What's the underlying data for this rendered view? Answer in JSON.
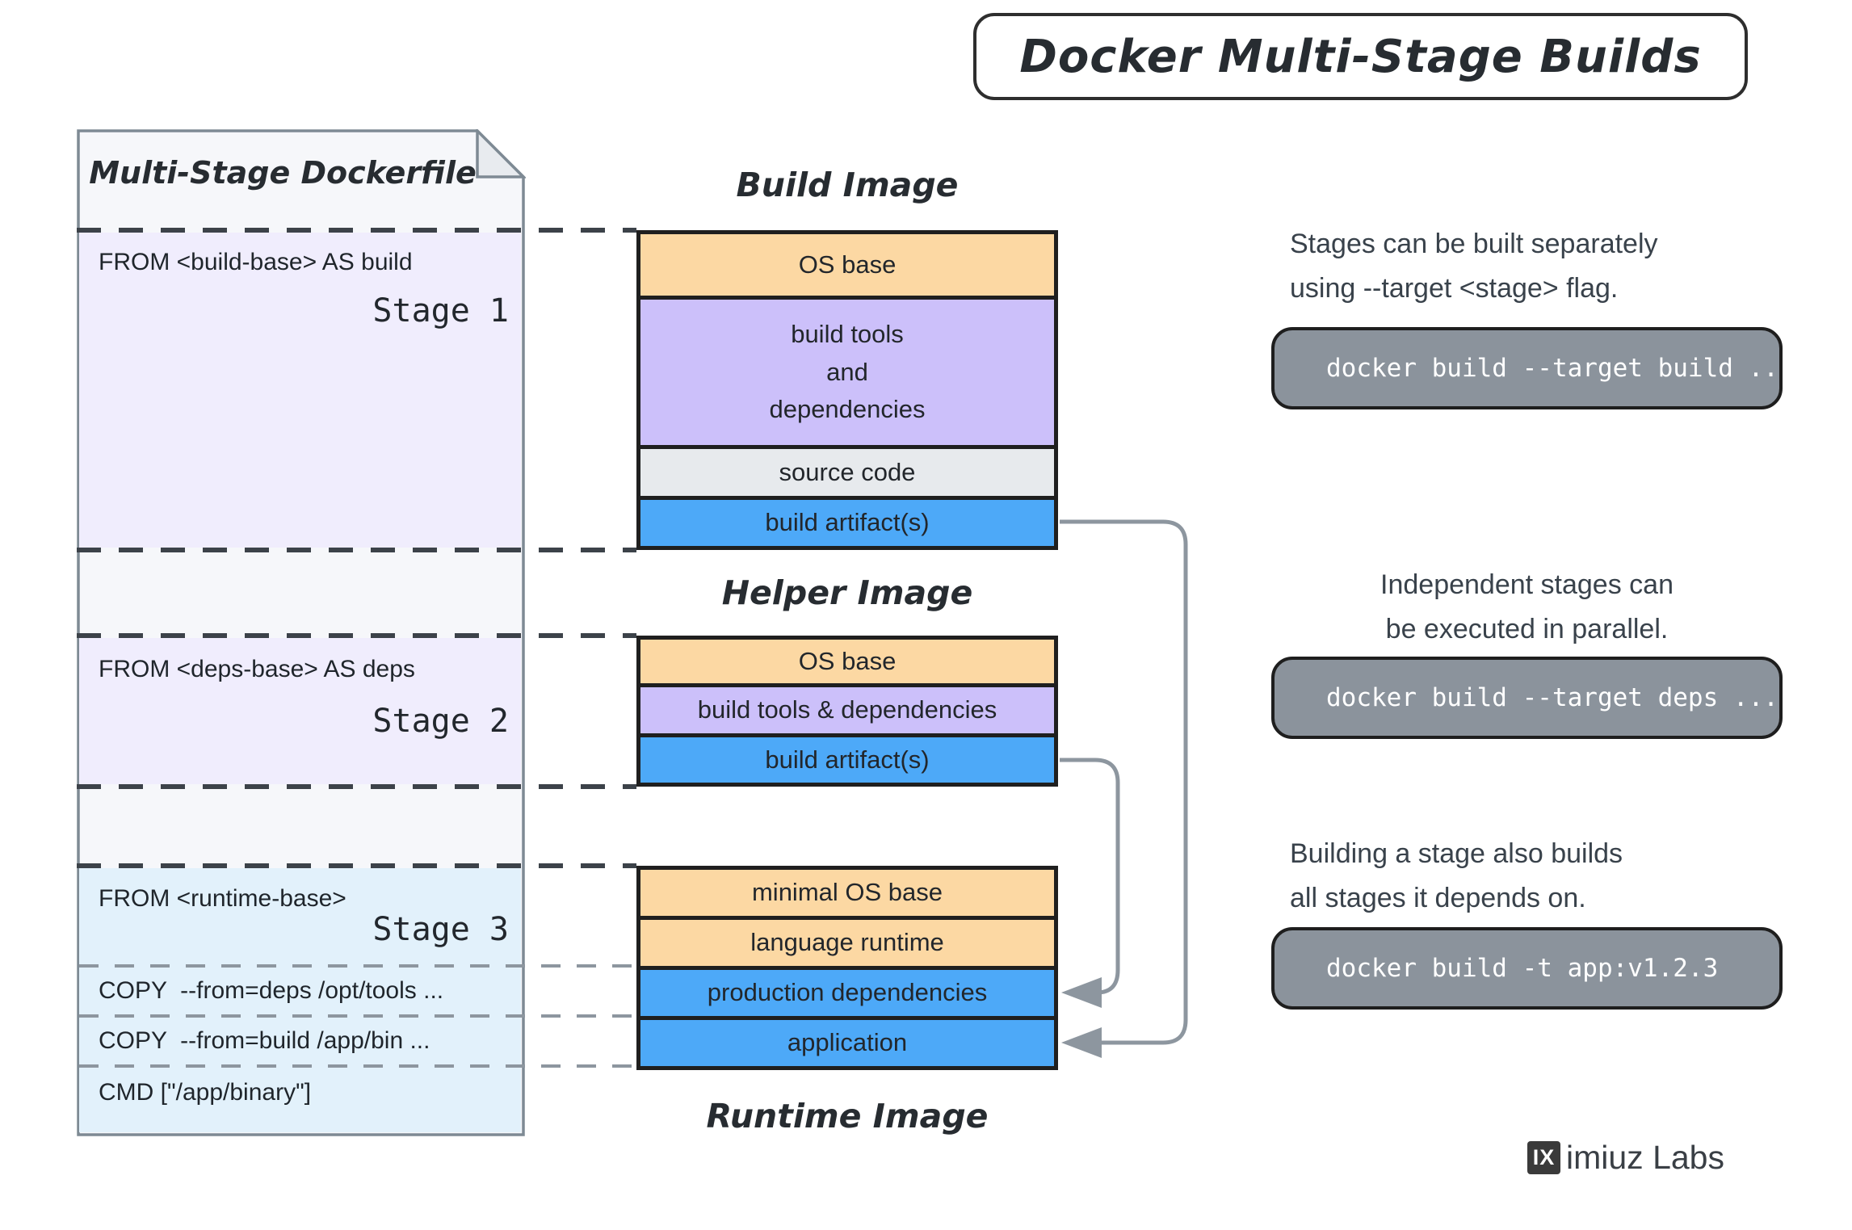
{
  "title": "Docker Multi-Stage Builds",
  "dockerfile": {
    "title": "Multi-Stage Dockerfile",
    "stage1": {
      "from": "FROM <build-base> AS build",
      "label": "Stage 1"
    },
    "stage2": {
      "from": "FROM <deps-base> AS deps",
      "label": "Stage 2"
    },
    "stage3": {
      "from": "FROM <runtime-base>",
      "label": "Stage 3",
      "copy_deps": "COPY  --from=deps /opt/tools ...",
      "copy_build": "COPY  --from=build /app/bin ...",
      "cmd": "CMD [\"/app/binary\"]"
    }
  },
  "images": {
    "build": {
      "title": "Build Image",
      "layers": [
        {
          "label": "OS base",
          "color": "#fcd8a3"
        },
        {
          "label": "build tools\nand\ndependencies",
          "color": "#ccc0fa"
        },
        {
          "label": "source code",
          "color": "#e7eaed"
        },
        {
          "label": "build artifact(s)",
          "color": "#4da9f8"
        }
      ]
    },
    "helper": {
      "title": "Helper Image",
      "layers": [
        {
          "label": "OS base",
          "color": "#fcd8a3"
        },
        {
          "label": "build tools & dependencies",
          "color": "#ccc0fa"
        },
        {
          "label": "build artifact(s)",
          "color": "#4da9f8"
        }
      ]
    },
    "runtime": {
      "title": "Runtime Image",
      "layers": [
        {
          "label": "minimal OS base",
          "color": "#fcd8a3"
        },
        {
          "label": "language runtime",
          "color": "#fcd8a3"
        },
        {
          "label": "production dependencies",
          "color": "#4da9f8"
        },
        {
          "label": "application",
          "color": "#4da9f8"
        }
      ]
    }
  },
  "notes": [
    {
      "text": "Stages can be built separately\nusing --target <stage> flag.",
      "code": "docker build --target build ..."
    },
    {
      "text": "Independent stages can\nbe executed in parallel.",
      "code": "docker build --target deps ..."
    },
    {
      "text": "Building a stage also builds\nall stages it depends on.",
      "code": "docker build -t app:v1.2.3"
    }
  ],
  "logo": {
    "mark": "IX",
    "name": "imiuz Labs"
  },
  "colors": {
    "layer_os_base": "#fcd8a3",
    "layer_build_tools": "#ccc0fa",
    "layer_source_code": "#e7eaed",
    "layer_artifact": "#4da9f8",
    "stage_lavender": "#f0edfd",
    "stage_lightblue": "#e2f1fb",
    "code_background": "#8b939c",
    "connector_gray": "#8d969f",
    "dash_dark": "#3c4249",
    "text_dark": "#39424b"
  }
}
